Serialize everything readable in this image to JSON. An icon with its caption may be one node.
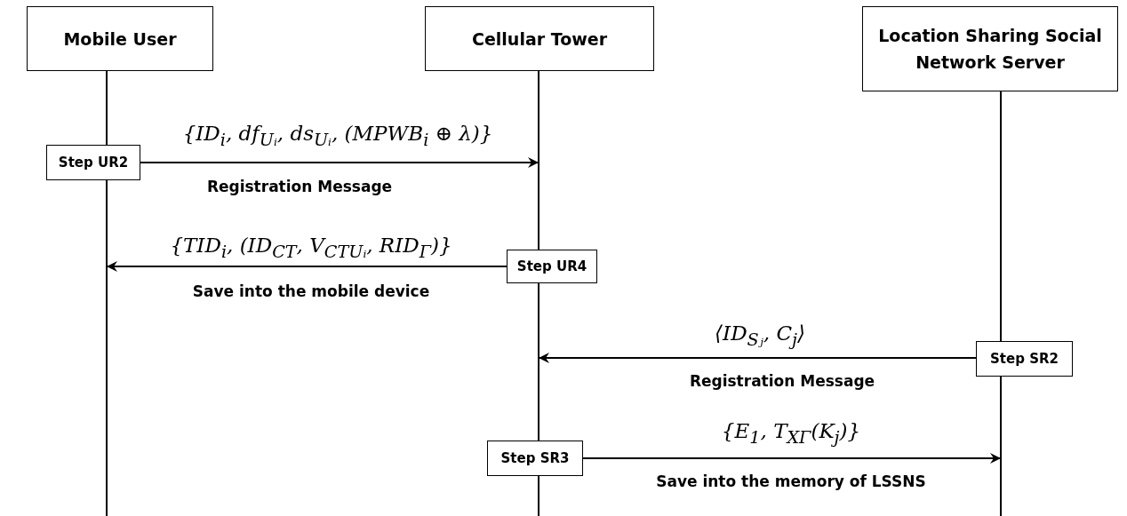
{
  "diagram": {
    "nodes": [
      {
        "text": [
          "Mobile User"
        ]
      },
      {
        "text": [
          "Cellular Tower"
        ]
      },
      {
        "text": [
          "Location Sharing Social Network Server"
        ]
      },
      {
        "text": [
          "Step UR2"
        ]
      },
      {
        "text": [
          "Step UR4"
        ]
      },
      {
        "text": [
          "Step SR2"
        ]
      },
      {
        "text": [
          "Step SR3"
        ]
      },
      {
        "text": [],
        "shape": "bar"
      },
      {
        "text": [],
        "shape": "bar"
      },
      {
        "text": [],
        "shape": "bar"
      }
    ],
    "edges": [
      {
        "from": 3,
        "to": 8,
        "arrow": "to",
        "label": "{ID$_{i}$, df$_{Uᵢ}$, ds$_{Uᵢ}$, (MPWB$_{i}$ ⊕ λ)}"
      },
      {
        "from": 4,
        "to": 7,
        "arrow": "to",
        "label": "{TID$_{i}$, (ID$_{CT}$, V$_{CTUᵢ}$, RID$_{Γ}$)}"
      },
      {
        "from": 5,
        "to": 8,
        "arrow": "to",
        "label": "⟨ID$_{Sⱼ}$, C$_{j}$⟩"
      },
      {
        "from": 6,
        "to": 9,
        "arrow": "to",
        "label": "{E$_{1}$, T$_{XΓ}$(K$_{j}$)}"
      }
    ],
    "labels": [
      "Registration Message",
      "Save into the mobile device",
      "Registration Message",
      "Save into the memory of LSSNS"
    ]
  }
}
